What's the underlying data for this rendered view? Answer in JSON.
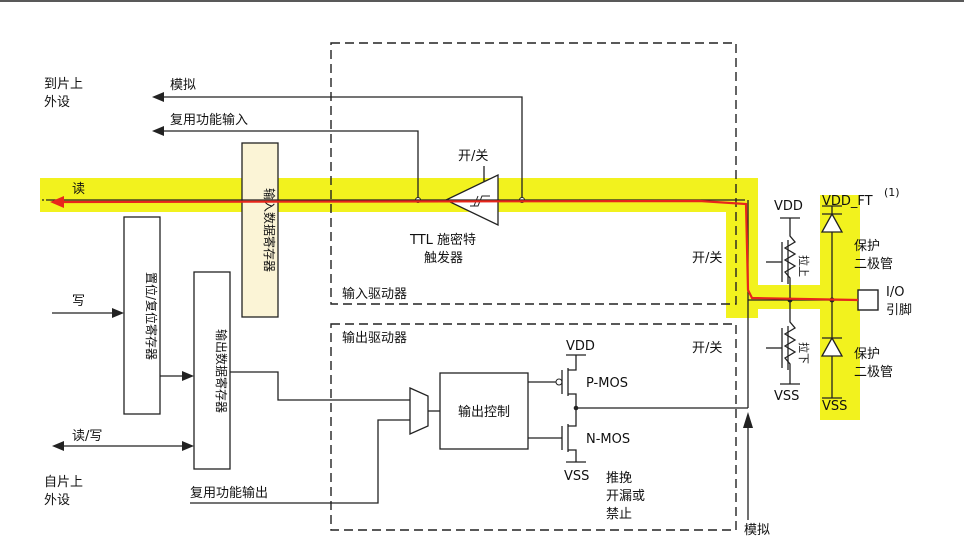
{
  "labels": {
    "to_peripheral_line1": "到片上",
    "to_peripheral_line2": "外设",
    "analog_top": "模拟",
    "alt_input": "复用功能输入",
    "read": "读",
    "onoff_trigger": "开/关",
    "ttl_line1": "TTL 施密特",
    "ttl_line2": "触发器",
    "input_driver": "输入驱动器",
    "write": "写",
    "onoff_input": "开/关",
    "vdd_pullup": "VDD",
    "vdd_ft": "VDD_FT",
    "footnote": "(1)",
    "protect_diode_top_1": "保护",
    "protect_diode_top_2": "二极管",
    "io_pin_1": "I/O",
    "io_pin_2": "引脚",
    "pullup": "拉上",
    "pulldown": "拉下",
    "protect_diode_bottom_1": "保护",
    "protect_diode_bottom_2": "二极管",
    "vss_pulldown": "VSS",
    "vss_diode": "VSS",
    "output_driver": "输出驱动器",
    "onoff_output": "开/关",
    "vdd_pmos": "VDD",
    "pmos": "P-MOS",
    "nmos": "N-MOS",
    "output_control": "输出控制",
    "vss_nmos": "VSS",
    "push_pull_1": "推挽",
    "push_pull_2": "开漏或",
    "push_pull_3": "禁止",
    "read_write": "读/写",
    "from_peripheral_line1": "自片上",
    "from_peripheral_line2": "外设",
    "alt_output": "复用功能输出",
    "analog_bottom": "模拟",
    "input_data_register": "输入数据寄存器",
    "bsrr_register": "置位/复位寄存器",
    "output_data_register": "输出数据寄存器"
  },
  "colors": {
    "highlight": "#f2f21e",
    "signal_path": "#e8261c",
    "line": "#222222"
  }
}
